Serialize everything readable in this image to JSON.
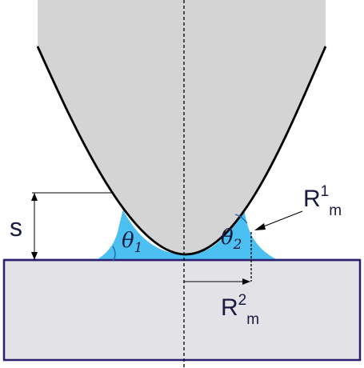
{
  "labels": {
    "separation": "s",
    "theta1_symbol": "θ",
    "theta1_sub": "1",
    "theta2_symbol": "θ",
    "theta2_sub": "2",
    "r1_base": "R",
    "r1_sup": "1",
    "r1_sub": "m",
    "r2_base": "R",
    "r2_sup": "2",
    "r2_sub": "m"
  },
  "colors": {
    "tip_fill": "#d4d4d4",
    "meniscus_fill": "#4cc0f0",
    "substrate_fill": "#e3e3e7",
    "substrate_stroke": "#2a2070",
    "outline": "#000000",
    "label_color": "#1a1a40",
    "angle_arc": "#1f5fb0"
  }
}
